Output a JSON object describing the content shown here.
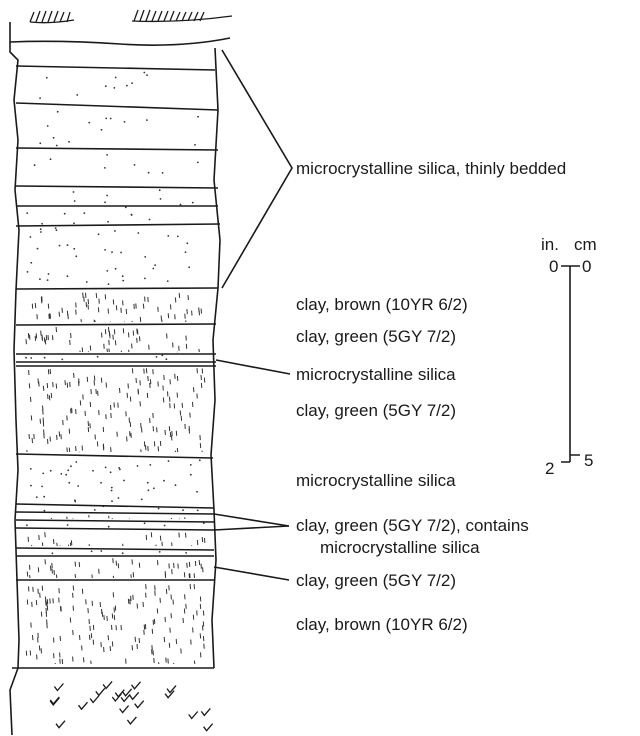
{
  "labels": {
    "silica_thin": "microcrystalline silica, thinly bedded",
    "clay_brown_top": "clay, brown (10YR 6/2)",
    "clay_green_1": "clay, green (5GY 7/2)",
    "silica_1": "microcrystalline silica",
    "clay_green_2": "clay, green (5GY 7/2)",
    "silica_2": "microcrystalline silica",
    "clay_green_contains_1": "clay, green (5GY 7/2), contains",
    "clay_green_contains_2": "microcrystalline silica",
    "clay_green_3": "clay, green (5GY 7/2)",
    "clay_brown_bottom": "clay, brown (10YR 6/2)"
  },
  "scale": {
    "unit_in": "in.",
    "unit_cm": "cm",
    "in_top": "0",
    "cm_top": "0",
    "in_bottom": "2",
    "cm_bottom": "5"
  },
  "layers": [
    {
      "type": "soil-top"
    },
    {
      "type": "silica"
    },
    {
      "type": "silica"
    },
    {
      "type": "silica"
    },
    {
      "type": "silica"
    },
    {
      "type": "silica"
    },
    {
      "type": "silica"
    },
    {
      "type": "clay"
    },
    {
      "type": "clay"
    },
    {
      "type": "silica"
    },
    {
      "type": "clay"
    },
    {
      "type": "silica"
    },
    {
      "type": "clay"
    },
    {
      "type": "silica"
    },
    {
      "type": "clay"
    },
    {
      "type": "silica"
    },
    {
      "type": "clay"
    },
    {
      "type": "clay"
    },
    {
      "type": "basement"
    }
  ]
}
